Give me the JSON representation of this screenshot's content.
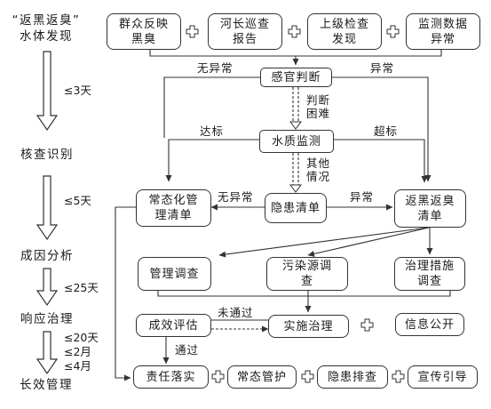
{
  "sources": [
    "群众反映\n黑臭",
    "河长巡查\n报告",
    "上级检查\n发现",
    "监测数据\n异常"
  ],
  "sensory": "感官判断",
  "water_monitor": "水质监测",
  "hazard_list": "隐患清单",
  "normal_list": "常态化管\n理清单",
  "return_list": "返黑返臭\n清单",
  "survey": [
    "管理调查",
    "污染源调\n查",
    "治理措施\n调查"
  ],
  "eval": "成效评估",
  "implement": "实施治理",
  "disclose": "信息公开",
  "longterm": [
    "责任落实",
    "常态管护",
    "隐患排查",
    "宣传引导"
  ],
  "edge_labels": {
    "no_abnormal_1": "无异常",
    "abnormal_1": "异常",
    "judge_hard": "判断\n困难",
    "meet": "达标",
    "exceed": "超标",
    "other": "其他\n情况",
    "no_abnormal_2": "无异常",
    "abnormal_2": "异常",
    "not_passed": "未通过",
    "passed": "通过"
  },
  "stages": [
    "“返黑返臭”\n水体发现",
    "核查识别",
    "成因分析",
    "响应治理",
    "长效管理"
  ],
  "durations": [
    "≤3天",
    "≤5天",
    "≤25天",
    "≤20天\n≤2月\n≤4月"
  ]
}
